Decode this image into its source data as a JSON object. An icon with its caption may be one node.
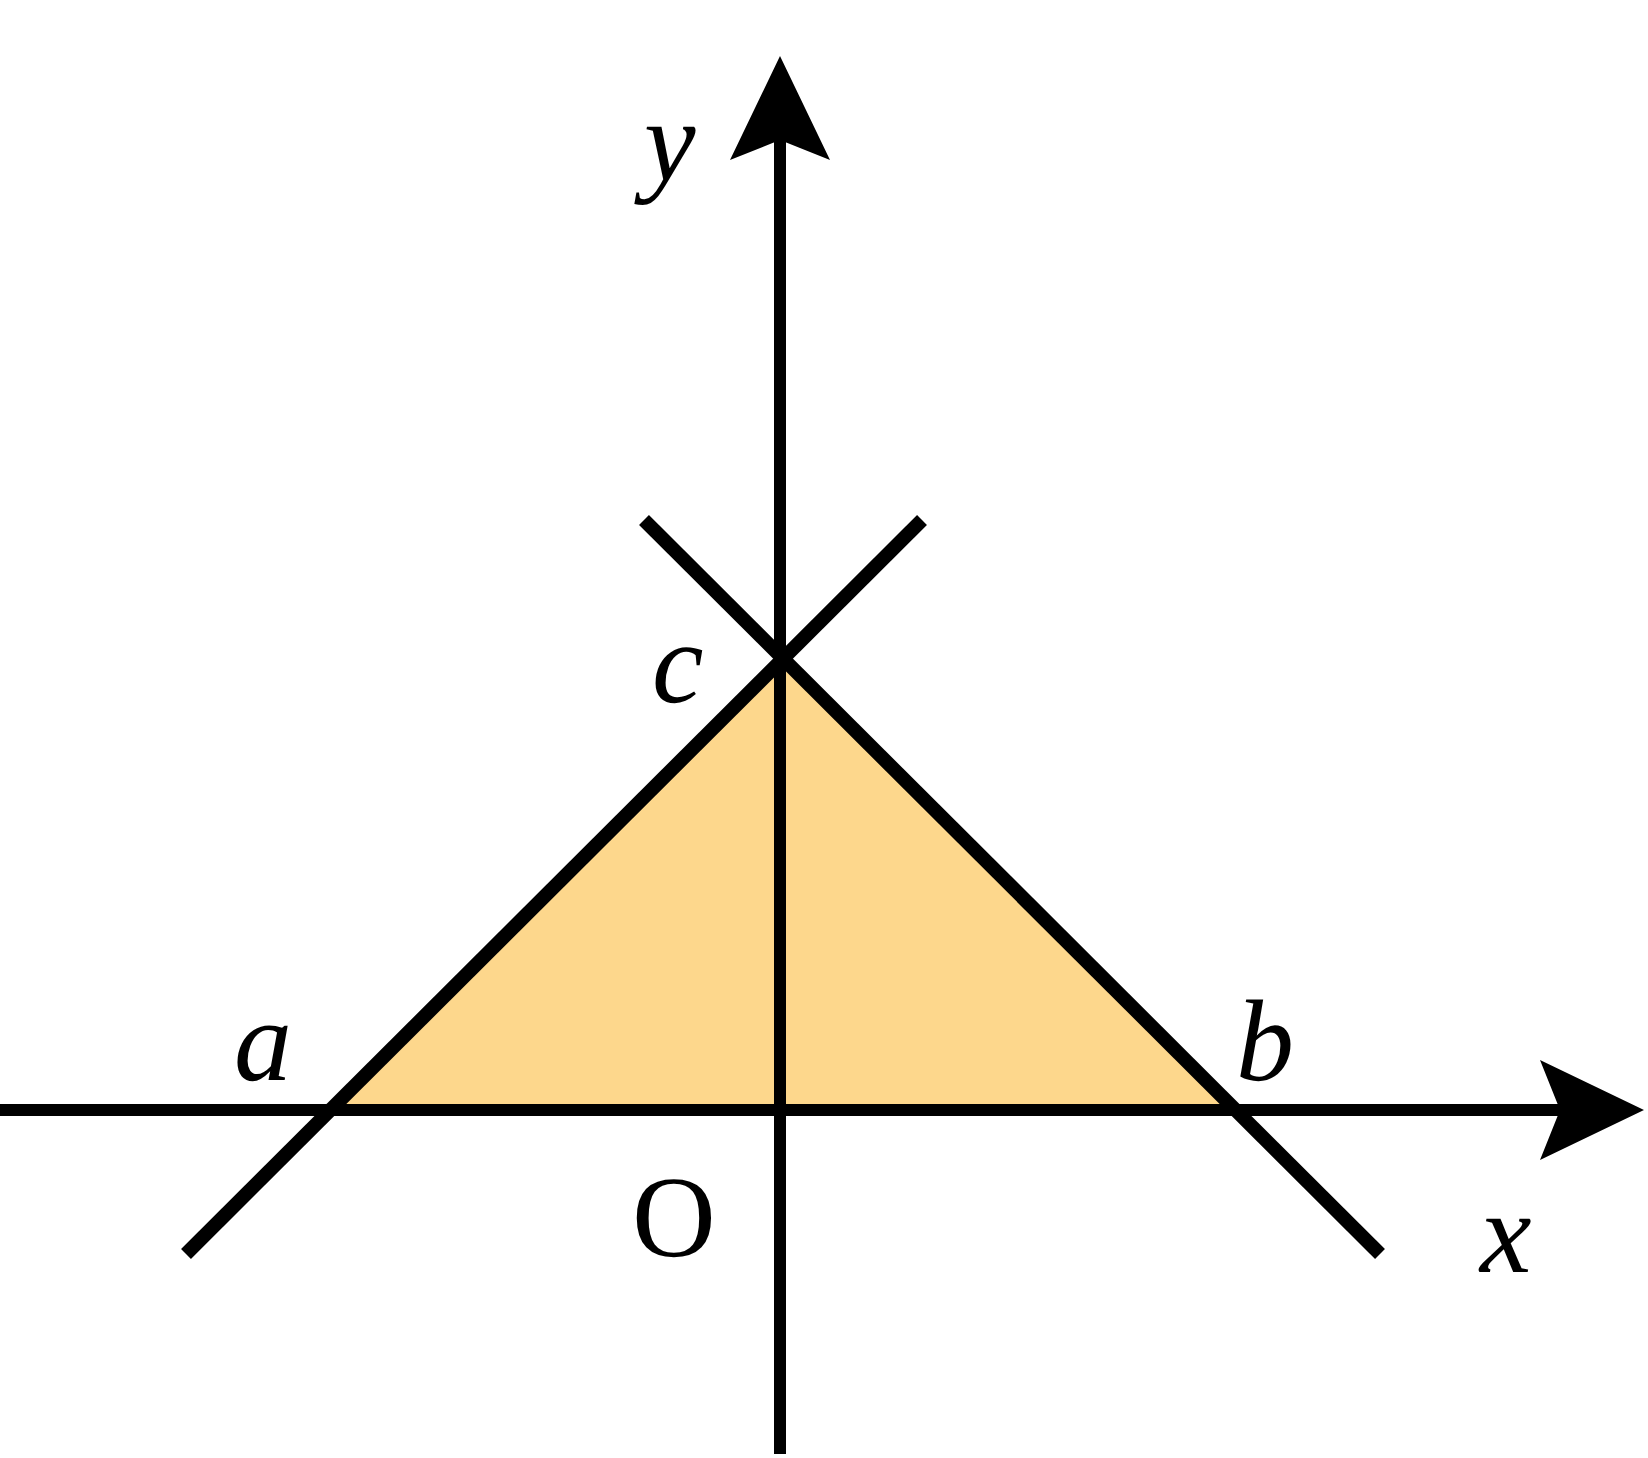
{
  "diagram": {
    "labels": [
      "y",
      "c",
      "a",
      "b",
      "O",
      "x"
    ]
  }
}
